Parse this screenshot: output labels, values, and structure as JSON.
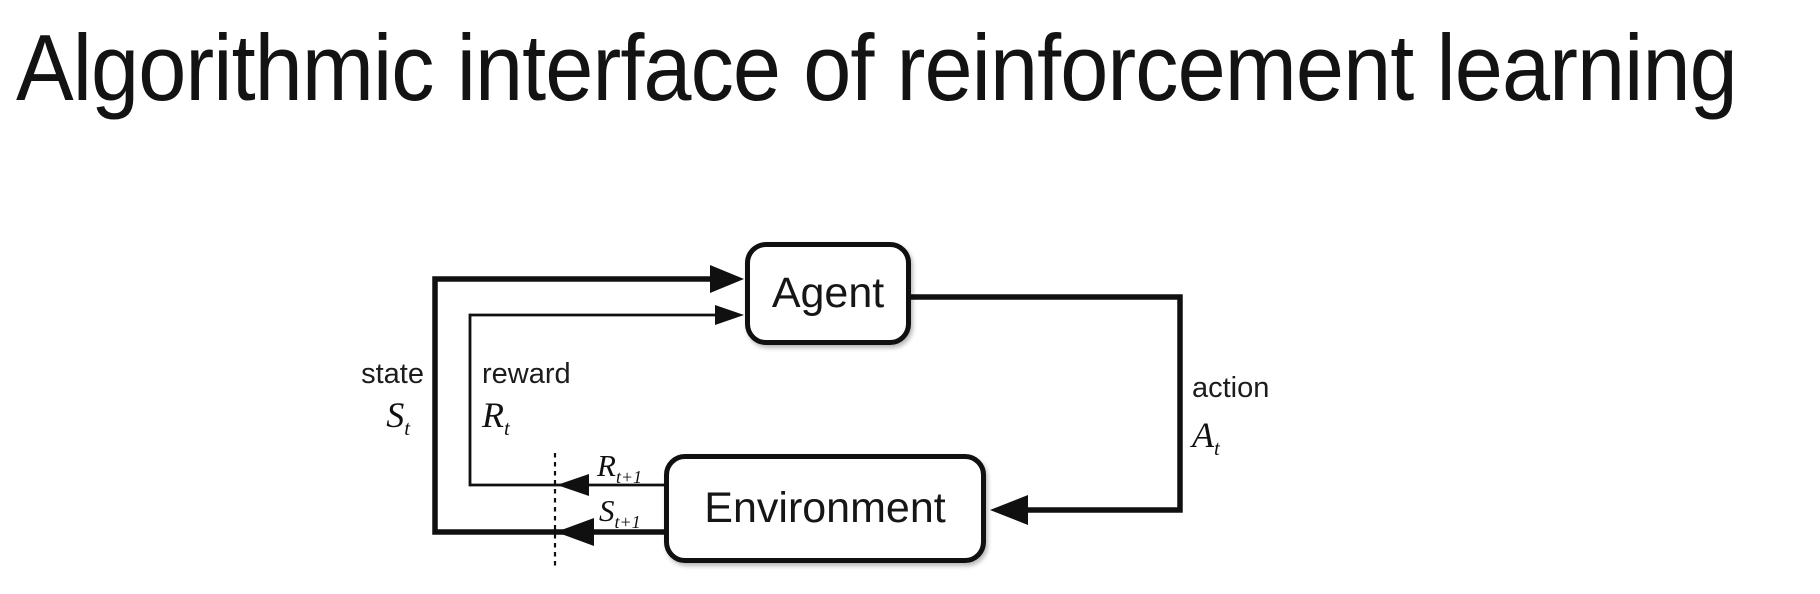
{
  "title": "Algorithmic interface of reinforcement learning",
  "diagram": {
    "agent_label": "Agent",
    "environment_label": "Environment",
    "state": {
      "word": "state",
      "symbol_base": "S",
      "symbol_sub": "t"
    },
    "reward": {
      "word": "reward",
      "symbol_base": "R",
      "symbol_sub": "t"
    },
    "action": {
      "word": "action",
      "symbol_base": "A",
      "symbol_sub": "t"
    },
    "next_reward": {
      "symbol_base": "R",
      "symbol_sub": "t+1"
    },
    "next_state": {
      "symbol_base": "S",
      "symbol_sub": "t+1"
    },
    "colors": {
      "background": "#ffffff",
      "line": "#101010",
      "box_border": "#101010",
      "box_fill": "#ffffff",
      "text": "#141414"
    }
  }
}
